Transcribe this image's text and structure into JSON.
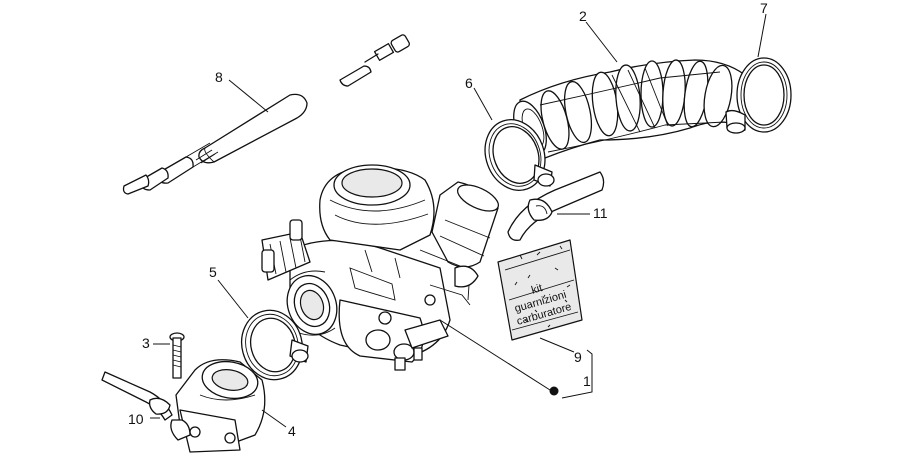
{
  "callouts": {
    "c1": "1",
    "c2": "2",
    "c3": "3",
    "c4": "4",
    "c5": "5",
    "c6": "6",
    "c7": "7",
    "c8": "8",
    "c9": "9",
    "c10": "10",
    "c11": "11"
  },
  "kit_label": {
    "line1": "kit",
    "line2": "guarnizioni",
    "line3": "carburatore"
  }
}
